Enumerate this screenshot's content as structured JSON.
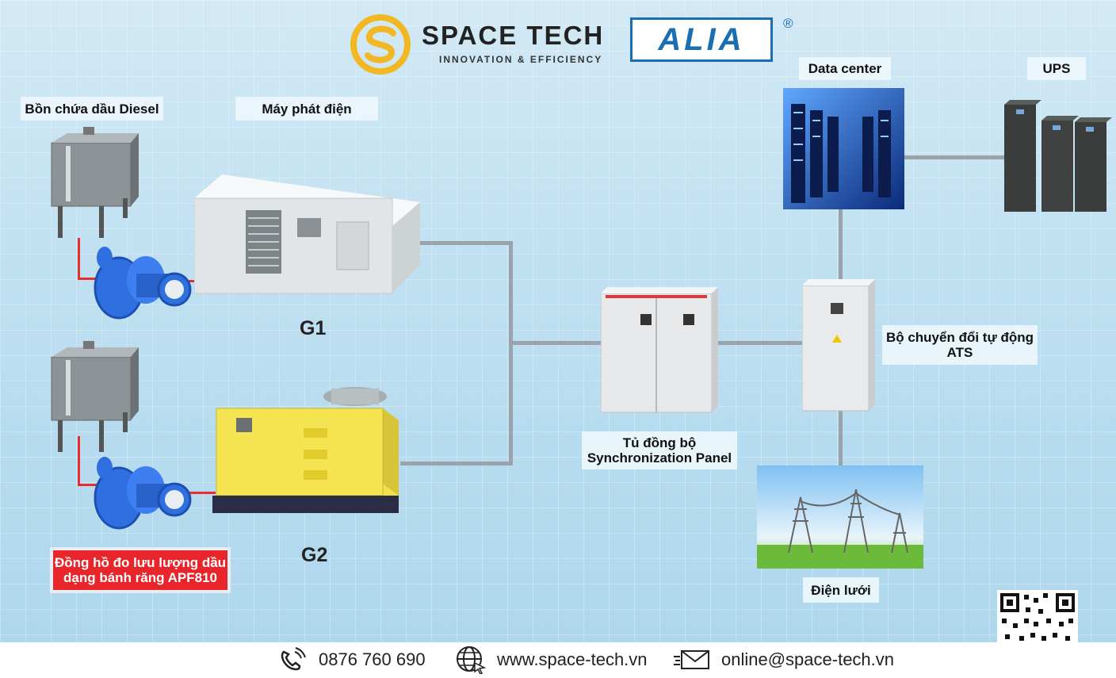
{
  "header": {
    "brand_name": "SPACE TECH",
    "brand_tagline": "INNOVATION & EFFICIENCY",
    "partner_logo": "ALIA",
    "registered_mark": "®"
  },
  "labels": {
    "diesel_tank": "Bồn chứa dầu Diesel",
    "generator": "Máy phát điện",
    "g1": "G1",
    "g2": "G2",
    "flow_meter_line1": "Đồng hồ đo lưu lượng dầu",
    "flow_meter_line2": "dạng bánh răng APF810",
    "sync_panel_line1": "Tủ đồng bộ",
    "sync_panel_line2": "Synchronization Panel",
    "ats_line1": "Bộ chuyển đổi tự động",
    "ats_line2": "ATS",
    "data_center": "Data center",
    "ups": "UPS",
    "grid_power": "Điện lưới"
  },
  "footer": {
    "phone": "0876 760 690",
    "website": "www.space-tech.vn",
    "email": "online@space-tech.vn"
  },
  "colors": {
    "accent_yellow": "#f2b824",
    "alia_blue": "#1a6fb3",
    "meter_blue": "#2f6fe0",
    "fuel_line_red": "#e63030",
    "cable_gray": "#9aa3a9"
  },
  "icons": {
    "phone": "phone-icon",
    "website": "globe-icon",
    "email": "envelope-icon"
  }
}
